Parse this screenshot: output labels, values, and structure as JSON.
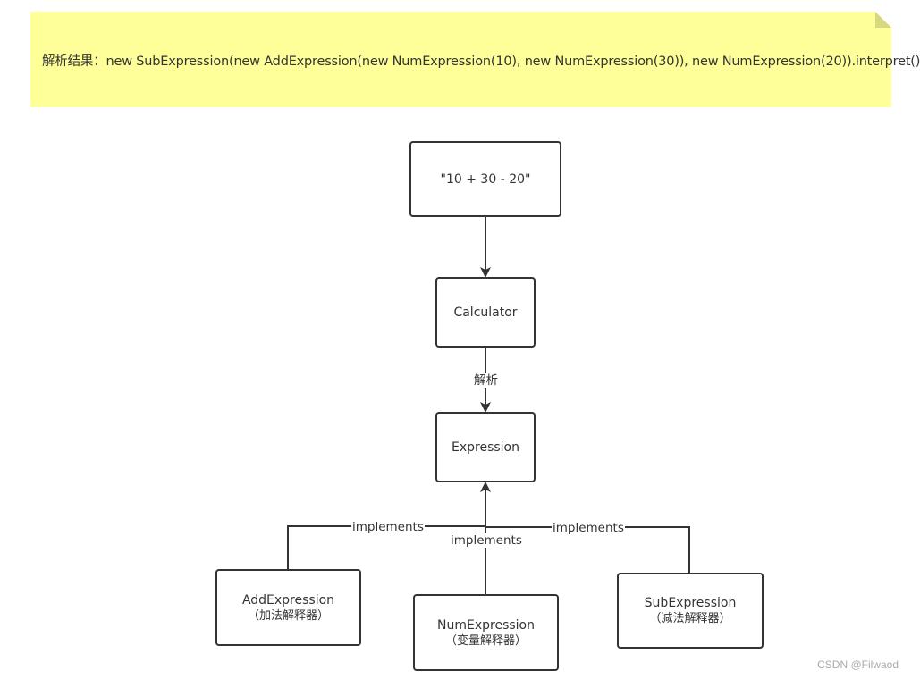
{
  "note": {
    "text": "解析结果：new SubExpression(new AddExpression(new NumExpression(10), new NumExpression(30)), new NumExpression(20)).interpret()"
  },
  "nodes": {
    "input_string": {
      "title": "\"10 + 30 - 20\""
    },
    "calculator": {
      "title": "Calculator"
    },
    "expression": {
      "title": "Expression"
    },
    "add_expression": {
      "title": "AddExpression",
      "subtitle": "（加法解释器）"
    },
    "num_expression": {
      "title": "NumExpression",
      "subtitle": "（变量解释器）"
    },
    "sub_expression": {
      "title": "SubExpression",
      "subtitle": "（减法解释器）"
    }
  },
  "edges": {
    "parse_label": "解析",
    "add_implements_label": "implements",
    "num_implements_label": "implements",
    "sub_implements_label": "implements"
  },
  "watermark": "CSDN @Filwaod",
  "colors": {
    "note_background": "#ffff99",
    "stroke": "#333333",
    "text": "#333333",
    "watermark": "#aaaaaa"
  }
}
